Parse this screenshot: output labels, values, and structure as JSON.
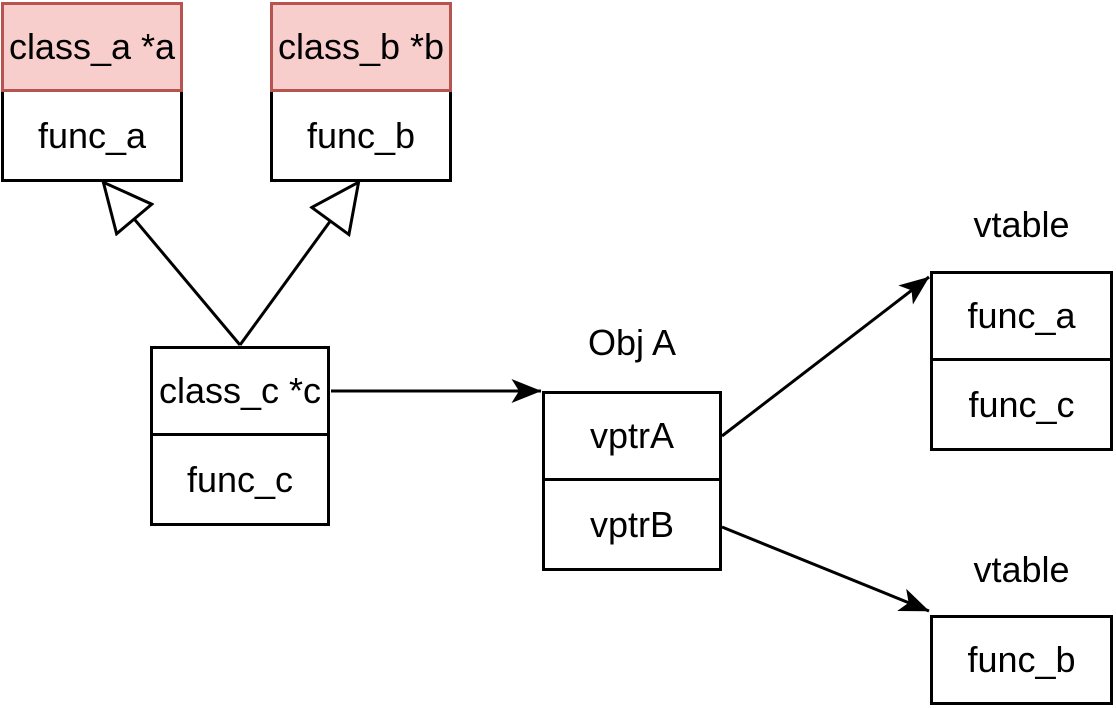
{
  "boxes": {
    "class_a": {
      "name": "class_a *a",
      "method": "func_a"
    },
    "class_b": {
      "name": "class_b *b",
      "method": "func_b"
    },
    "class_c": {
      "name": "class_c *c",
      "method": "func_c"
    },
    "obj_a": {
      "title": "Obj A",
      "fields": [
        "vptrA",
        "vptrB"
      ]
    },
    "vtable_top": {
      "title": "vtable",
      "entries": [
        "func_a",
        "func_c"
      ]
    },
    "vtable_bottom": {
      "title": "vtable",
      "entries": [
        "func_b"
      ]
    }
  },
  "edges": [
    {
      "from": "class_c",
      "to": "class_a",
      "type": "inheritance-hollow-triangle"
    },
    {
      "from": "class_c",
      "to": "class_b",
      "type": "inheritance-hollow-triangle"
    },
    {
      "from": "class_c",
      "to": "Obj A",
      "type": "pointer-arrow"
    },
    {
      "from": "vptrA",
      "to": "vtable-top",
      "type": "pointer-arrow"
    },
    {
      "from": "vptrB",
      "to": "vtable-bottom",
      "type": "pointer-arrow"
    }
  ],
  "colors": {
    "highlight_fill": "#F8CECC",
    "highlight_stroke": "#B85450",
    "line": "#000000",
    "text": "#000000",
    "background": "#FFFFFF"
  }
}
